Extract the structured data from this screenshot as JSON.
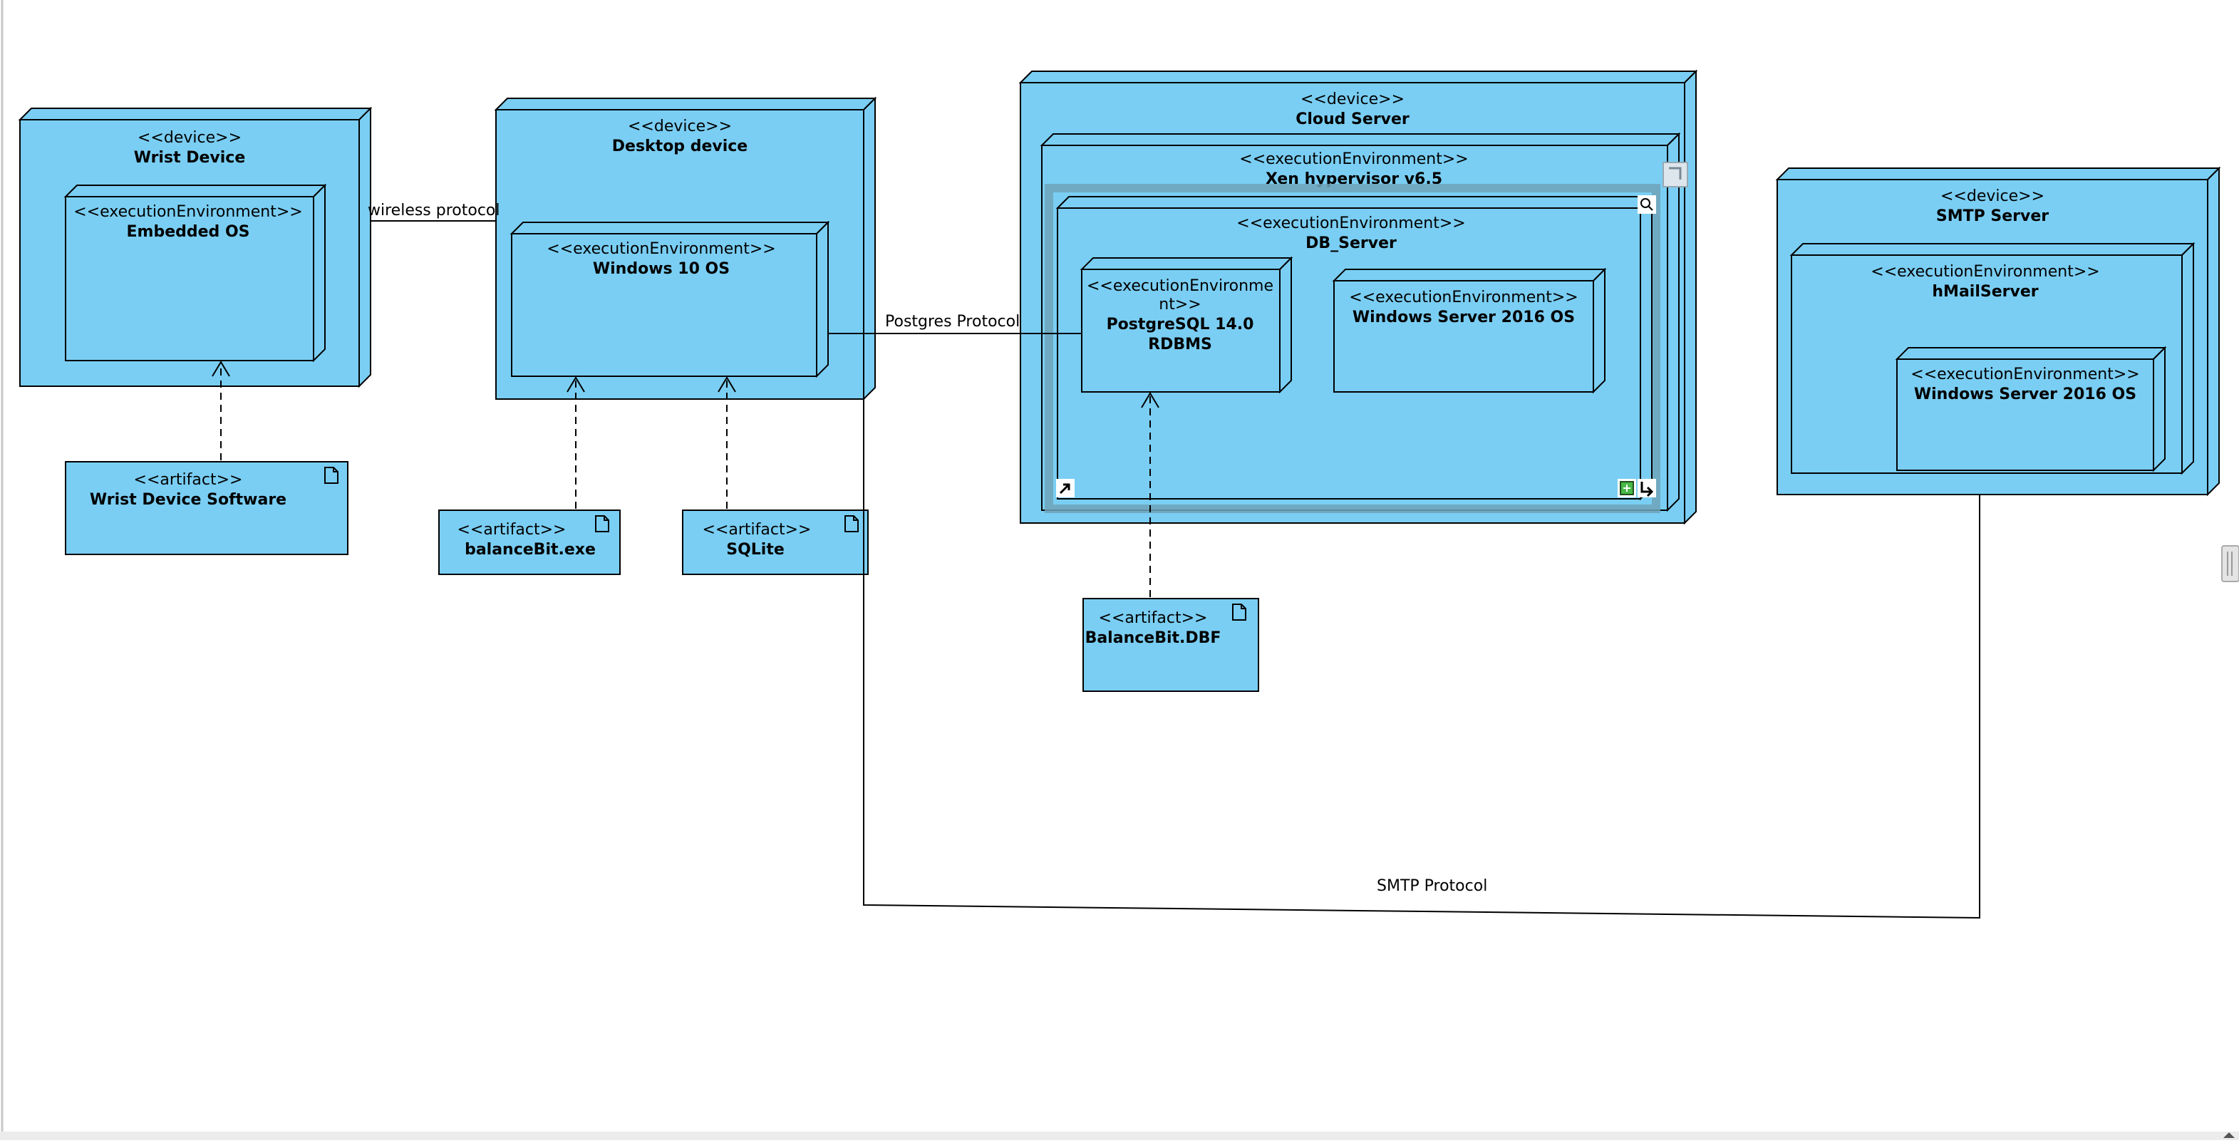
{
  "diagram": {
    "nodes": {
      "wrist_device": {
        "stereotype": "<<device>>",
        "name": "Wrist Device"
      },
      "embedded_os": {
        "stereotype": "<<executionEnvironment>>",
        "name": "Embedded OS"
      },
      "desktop_device": {
        "stereotype": "<<device>>",
        "name": "Desktop device"
      },
      "windows10": {
        "stereotype": "<<executionEnvironment>>",
        "name": "Windows 10 OS"
      },
      "cloud_server": {
        "stereotype": "<<device>>",
        "name": "Cloud Server"
      },
      "xen": {
        "stereotype": "<<executionEnvironment>>",
        "name": "Xen hypervisor v6.5"
      },
      "db_server": {
        "stereotype": "<<executionEnvironment>>",
        "name": "DB_Server"
      },
      "postgres": {
        "stereotype_1": "<<executionEnvironme",
        "stereotype_2": "nt>>",
        "name_1": "PostgreSQL 14.0",
        "name_2": "RDBMS"
      },
      "winserver_db": {
        "stereotype": "<<executionEnvironment>>",
        "name": "Windows Server 2016 OS"
      },
      "smtp_server": {
        "stereotype": "<<device>>",
        "name": "SMTP Server"
      },
      "hmailserver": {
        "stereotype": "<<executionEnvironment>>",
        "name": "hMailServer"
      },
      "winserver_smtp": {
        "stereotype": "<<executionEnvironment>>",
        "name": "Windows Server 2016 OS"
      }
    },
    "artifacts": {
      "wrist_software": {
        "stereotype": "<<artifact>>",
        "name": "Wrist Device Software"
      },
      "balancebit_exe": {
        "stereotype": "<<artifact>>",
        "name": "balanceBit.exe"
      },
      "sqlite": {
        "stereotype": "<<artifact>>",
        "name": "SQLite"
      },
      "balancebit_dbf": {
        "stereotype": "<<artifact>>",
        "name": "BalanceBit.DBF"
      }
    },
    "connectors": {
      "wireless": "wireless protocol",
      "postgres": "Postgres Protocol",
      "smtp": "SMTP Protocol"
    },
    "colors": {
      "node_fill": "#7ACEF3",
      "line": "#000000",
      "selection": "#6FA3B8"
    }
  }
}
